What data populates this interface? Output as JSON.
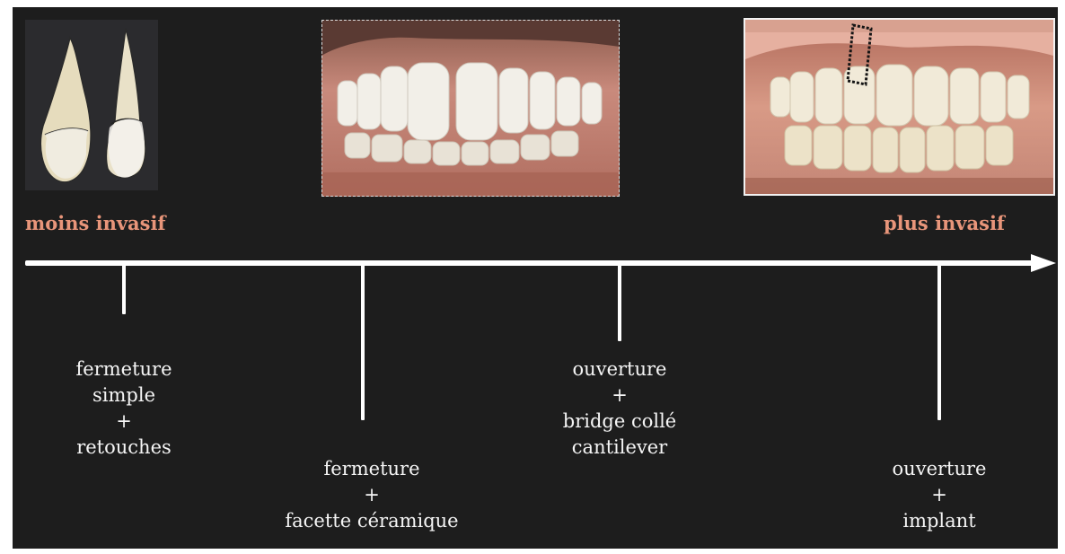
{
  "images": {
    "left": "tooth-sections-photo",
    "middle": "smile-ceramic-veneer-photo",
    "right": "smile-bonded-bridge-photo"
  },
  "scale": {
    "start_label": "moins invasif",
    "end_label": "plus invasif",
    "label_color": "#e8957a"
  },
  "steps": [
    {
      "lines": [
        "fermeture",
        "simple",
        "+",
        "retouches"
      ]
    },
    {
      "lines": [
        "fermeture",
        "+",
        "facette céramique"
      ]
    },
    {
      "lines": [
        "ouverture",
        "+",
        "bridge collé",
        "cantilever"
      ]
    },
    {
      "lines": [
        "ouverture",
        "+",
        "implant"
      ]
    }
  ]
}
